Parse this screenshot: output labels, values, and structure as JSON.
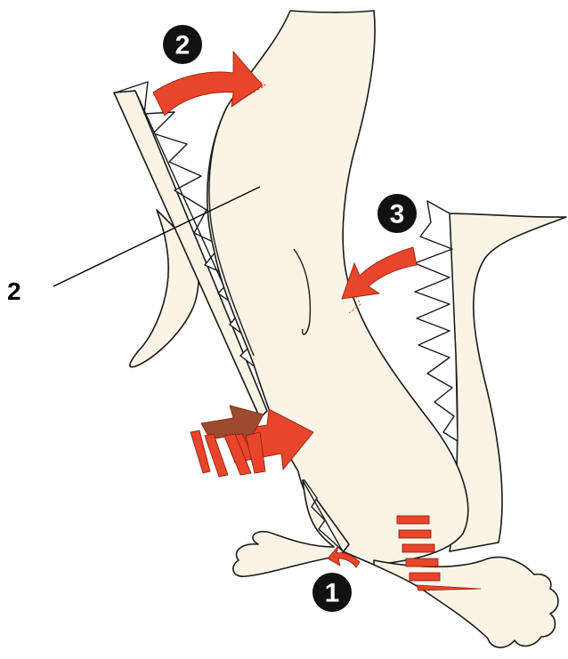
{
  "part_label": "2",
  "steps": [
    "1",
    "2",
    "3"
  ],
  "colors": {
    "paper": "#faf4e6",
    "arrow_red": "#e8452a",
    "arrow_brown": "#9b4a2e",
    "outline": "#1a1a1a"
  }
}
